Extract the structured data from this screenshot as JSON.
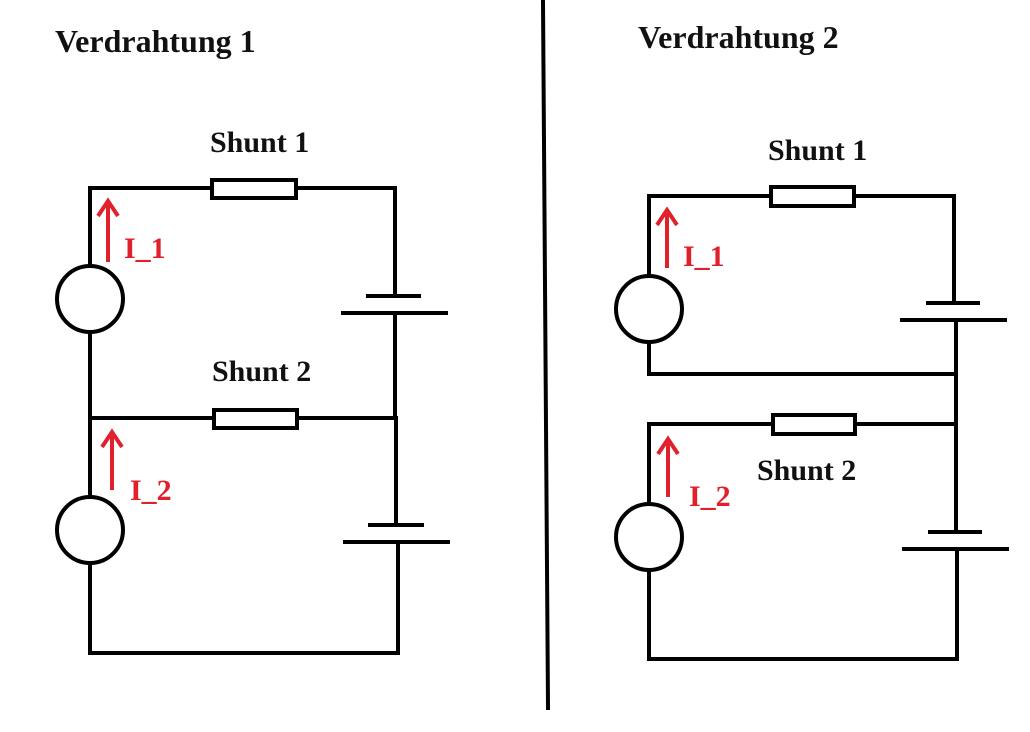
{
  "panels": [
    {
      "title": "Verdrahtung 1",
      "shunt_top_label": "Shunt 1",
      "shunt_bottom_label": "Shunt 2",
      "current_top_label": "I_1",
      "current_bottom_label": "I_2"
    },
    {
      "title": "Verdrahtung 2",
      "shunt_top_label": "Shunt 1",
      "shunt_bottom_label": "Shunt 2",
      "current_top_label": "I_1",
      "current_bottom_label": "I_2"
    }
  ],
  "colors": {
    "wire": "#000000",
    "current_arrow": "#e0202a",
    "background": "#ffffff"
  }
}
